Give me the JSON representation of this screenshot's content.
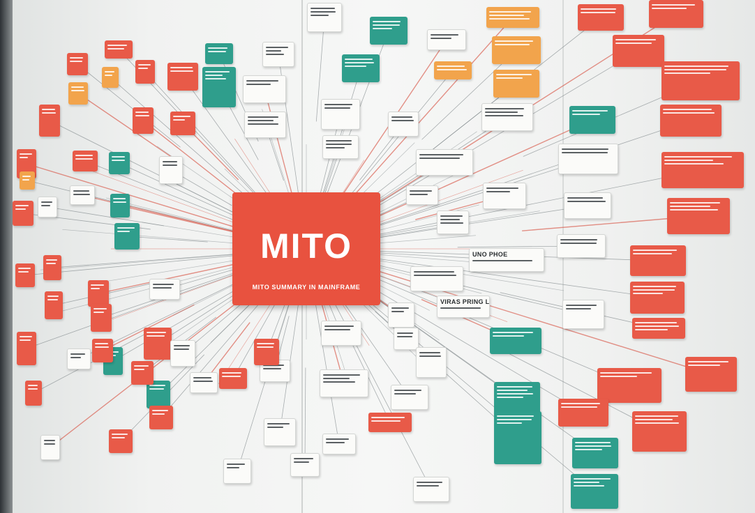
{
  "scene": {
    "description_type": "photo-of-wall-mindmap",
    "palette": {
      "red": "#e85a48",
      "orange": "#f2a44c",
      "teal": "#2f9e8c",
      "white_card": "#fbfbf9",
      "wall": "#f3f4f3",
      "connector_gray": "#7d8588",
      "connector_red": "#d9594a"
    }
  },
  "center_card": {
    "title": "MITO",
    "subtitle": "MITO SUMMARY IN MAINFRAME"
  },
  "cards": [
    {
      "color": "orange",
      "label": "",
      "lines": 3
    },
    {
      "color": "orange",
      "label": "",
      "lines": 2
    },
    {
      "color": "red",
      "label": "",
      "lines": 2
    },
    {
      "color": "orange",
      "label": "",
      "lines": 2
    },
    {
      "color": "orange",
      "label": "",
      "lines": 2
    },
    {
      "color": "red",
      "label": "",
      "lines": 2
    },
    {
      "color": "red",
      "label": "",
      "lines": 2
    },
    {
      "color": "red",
      "label": "",
      "lines": 3
    },
    {
      "color": "red",
      "label": "",
      "lines": 2
    },
    {
      "color": "red",
      "label": "",
      "lines": 3
    },
    {
      "color": "red",
      "label": "",
      "lines": 3
    },
    {
      "color": "red",
      "label": "",
      "lines": 2
    },
    {
      "color": "red",
      "label": "",
      "lines": 3
    },
    {
      "color": "red",
      "label": "",
      "lines": 3
    },
    {
      "color": "red",
      "label": "",
      "lines": 2
    },
    {
      "color": "red",
      "label": "",
      "lines": 2
    },
    {
      "color": "red",
      "label": "",
      "lines": 3
    },
    {
      "color": "teal",
      "label": "",
      "lines": 3
    },
    {
      "color": "teal",
      "label": "",
      "lines": 3
    },
    {
      "color": "teal",
      "label": "",
      "lines": 3
    },
    {
      "color": "teal",
      "label": "",
      "lines": 2
    },
    {
      "color": "teal",
      "label": "",
      "lines": 4
    },
    {
      "color": "teal",
      "label": "",
      "lines": 3
    },
    {
      "color": "teal",
      "label": "",
      "lines": 3
    },
    {
      "color": "teal",
      "label": "",
      "lines": 3
    },
    {
      "color": "teal",
      "label": "",
      "lines": 2
    },
    {
      "color": "white",
      "label": "UNO PHOE",
      "lines": 1
    },
    {
      "color": "white",
      "label": "VIRAS PRING LANT",
      "lines": 1
    },
    {
      "color": "white",
      "label": "",
      "lines": 3
    },
    {
      "color": "white",
      "label": "",
      "lines": 3
    },
    {
      "color": "white",
      "label": "",
      "lines": 2
    },
    {
      "color": "white",
      "label": "",
      "lines": 3
    },
    {
      "color": "white",
      "label": "",
      "lines": 2
    },
    {
      "color": "white",
      "label": "",
      "lines": 3
    },
    {
      "color": "white",
      "label": "",
      "lines": 2
    },
    {
      "color": "white",
      "label": "",
      "lines": 2
    },
    {
      "color": "white",
      "label": "",
      "lines": 3
    },
    {
      "color": "white",
      "label": "",
      "lines": 2
    },
    {
      "color": "white",
      "label": "",
      "lines": 2
    },
    {
      "color": "white",
      "label": "",
      "lines": 2
    },
    {
      "color": "white",
      "label": "",
      "lines": 2
    },
    {
      "color": "white",
      "label": "",
      "lines": 2
    },
    {
      "color": "white",
      "label": "",
      "lines": 3
    },
    {
      "color": "white",
      "label": "",
      "lines": 2
    },
    {
      "color": "white",
      "label": "",
      "lines": 2
    },
    {
      "color": "white",
      "label": "",
      "lines": 2
    },
    {
      "color": "white",
      "label": "",
      "lines": 2
    },
    {
      "color": "white",
      "label": "",
      "lines": 2
    },
    {
      "color": "white",
      "label": "",
      "lines": 2
    },
    {
      "color": "white",
      "label": "",
      "lines": 2
    },
    {
      "color": "white",
      "label": "",
      "lines": 3
    },
    {
      "color": "white",
      "label": "",
      "lines": 2
    },
    {
      "color": "red",
      "label": "",
      "lines": 2
    },
    {
      "color": "red",
      "label": "",
      "lines": 2
    },
    {
      "color": "red",
      "label": "",
      "lines": 2
    },
    {
      "color": "red",
      "label": "",
      "lines": 2
    },
    {
      "color": "red",
      "label": "",
      "lines": 2
    },
    {
      "color": "red",
      "label": "",
      "lines": 2
    },
    {
      "color": "red",
      "label": "",
      "lines": 2
    },
    {
      "color": "red",
      "label": "",
      "lines": 2
    },
    {
      "color": "red",
      "label": "",
      "lines": 2
    },
    {
      "color": "red",
      "label": "",
      "lines": 2
    },
    {
      "color": "red",
      "label": "",
      "lines": 2
    },
    {
      "color": "red",
      "label": "",
      "lines": 2
    },
    {
      "color": "red",
      "label": "",
      "lines": 2
    },
    {
      "color": "red",
      "label": "",
      "lines": 2
    },
    {
      "color": "red",
      "label": "",
      "lines": 2
    },
    {
      "color": "red",
      "label": "",
      "lines": 2
    },
    {
      "color": "red",
      "label": "",
      "lines": 2
    },
    {
      "color": "red",
      "label": "",
      "lines": 2
    },
    {
      "color": "orange",
      "label": "",
      "lines": 2
    },
    {
      "color": "orange",
      "label": "",
      "lines": 2
    },
    {
      "color": "orange",
      "label": "",
      "lines": 2
    },
    {
      "color": "teal",
      "label": "",
      "lines": 2
    },
    {
      "color": "teal",
      "label": "",
      "lines": 2
    },
    {
      "color": "teal",
      "label": "",
      "lines": 2
    },
    {
      "color": "teal",
      "label": "",
      "lines": 2
    },
    {
      "color": "teal",
      "label": "",
      "lines": 2
    },
    {
      "color": "teal",
      "label": "",
      "lines": 2
    },
    {
      "color": "white",
      "label": "",
      "lines": 2
    },
    {
      "color": "white",
      "label": "",
      "lines": 2
    },
    {
      "color": "white",
      "label": "",
      "lines": 2
    },
    {
      "color": "white",
      "label": "",
      "lines": 2
    },
    {
      "color": "white",
      "label": "",
      "lines": 2
    },
    {
      "color": "white",
      "label": "",
      "lines": 2
    },
    {
      "color": "white",
      "label": "",
      "lines": 2
    },
    {
      "color": "white",
      "label": "",
      "lines": 2
    },
    {
      "color": "white",
      "label": "",
      "lines": 2
    },
    {
      "color": "white",
      "label": "",
      "lines": 2
    },
    {
      "color": "red",
      "label": "",
      "lines": 2
    },
    {
      "color": "red",
      "label": "",
      "lines": 2
    },
    {
      "color": "red",
      "label": "",
      "lines": 2
    },
    {
      "color": "red",
      "label": "",
      "lines": 2
    },
    {
      "color": "red",
      "label": "",
      "lines": 2
    },
    {
      "color": "red",
      "label": "",
      "lines": 2
    },
    {
      "color": "white",
      "label": "",
      "lines": 2
    },
    {
      "color": "white",
      "label": "",
      "lines": 2
    },
    {
      "color": "white",
      "label": "",
      "lines": 2
    },
    {
      "color": "white",
      "label": "",
      "lines": 2
    },
    {
      "color": "red",
      "label": "",
      "lines": 2
    },
    {
      "color": "red",
      "label": "",
      "lines": 2
    }
  ]
}
